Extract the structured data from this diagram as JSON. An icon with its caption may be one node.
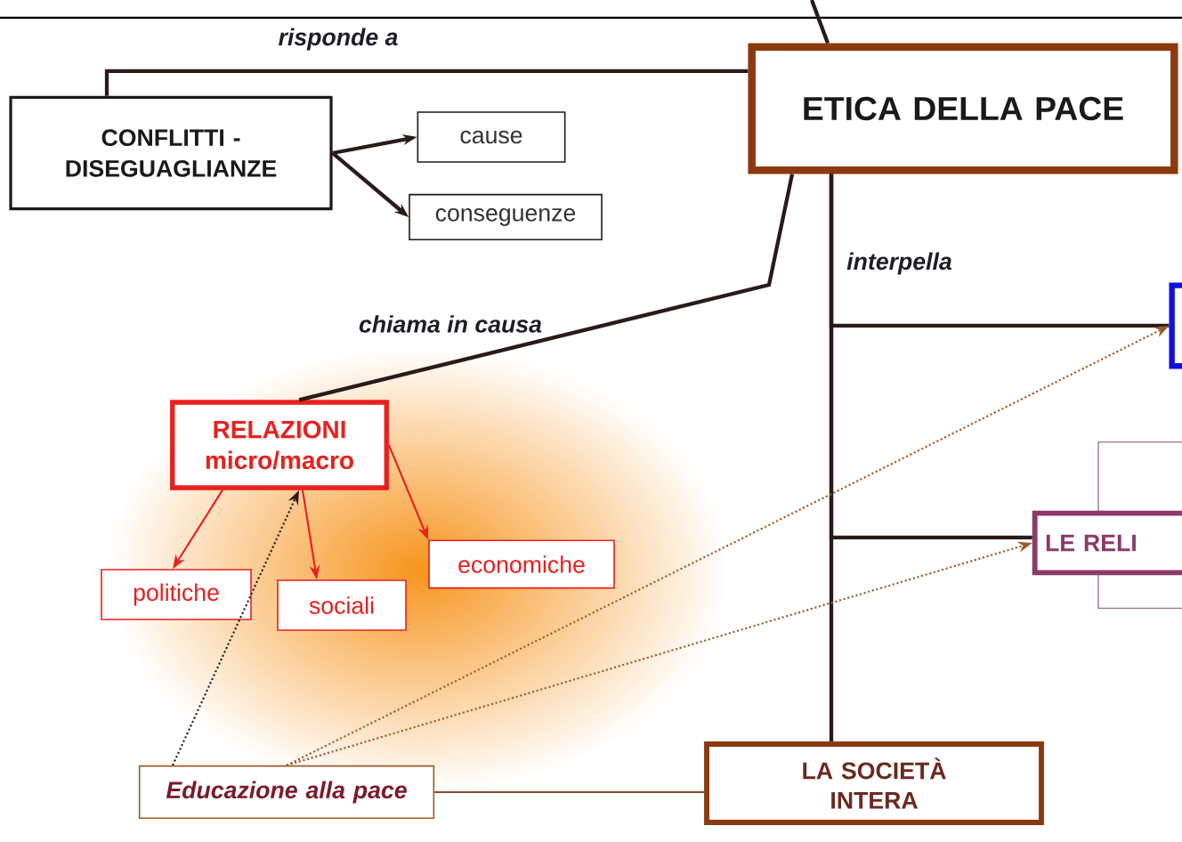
{
  "diagram": {
    "nodes": [
      {
        "text": [
          "ETICA DELLA PACE"
        ]
      },
      {
        "text": [
          "CONFLITTI - DISEGUAGLIANZE"
        ]
      },
      {
        "text": [
          "cause"
        ]
      },
      {
        "text": [
          "conseguenze"
        ]
      },
      {
        "text": [
          "RELAZIONI micro/macro"
        ]
      },
      {
        "text": [
          "politiche"
        ]
      },
      {
        "text": [
          "sociali"
        ]
      },
      {
        "text": [
          "economiche"
        ]
      },
      {
        "text": [
          "Educazione alla pace"
        ]
      },
      {
        "text": [
          "LA SOCIETÀ INTERA"
        ]
      },
      {
        "text": [],
        "shape": "box"
      },
      {
        "text": [],
        "shape": "box"
      },
      {
        "text": [
          "LE RELI"
        ]
      }
    ],
    "edges": [
      {
        "from": 1,
        "to": 0,
        "arrow": "none",
        "label": "risponde a"
      },
      {
        "from": 1,
        "to": 2,
        "arrow": "to"
      },
      {
        "from": 1,
        "to": 3,
        "arrow": "to"
      },
      {
        "from": 0,
        "to": 4,
        "arrow": "none",
        "label": "chiama in causa"
      },
      {
        "from": 0,
        "to": 10,
        "arrow": "none",
        "label": "interpella"
      },
      {
        "from": 0,
        "to": 12,
        "arrow": "none"
      },
      {
        "from": 0,
        "to": 9,
        "arrow": "none"
      },
      {
        "from": 0,
        "to": null,
        "arrow": "none"
      },
      {
        "from": 4,
        "to": 5,
        "arrow": "to",
        "color": "#e8201e"
      },
      {
        "from": 4,
        "to": 6,
        "arrow": "to",
        "color": "#e8201e"
      },
      {
        "from": 4,
        "to": 7,
        "arrow": "to",
        "color": "#e8201e"
      },
      {
        "from": 8,
        "to": 4,
        "arrow": "to",
        "style": "dashed"
      },
      {
        "from": 8,
        "to": 10,
        "arrow": "to",
        "style": "dashed",
        "color": "#9b5a2a"
      },
      {
        "from": 8,
        "to": 12,
        "arrow": "to",
        "style": "dashed",
        "color": "#9b5a2a"
      },
      {
        "from": 8,
        "to": 9,
        "arrow": "none",
        "color": "#8b4a2a"
      }
    ]
  }
}
